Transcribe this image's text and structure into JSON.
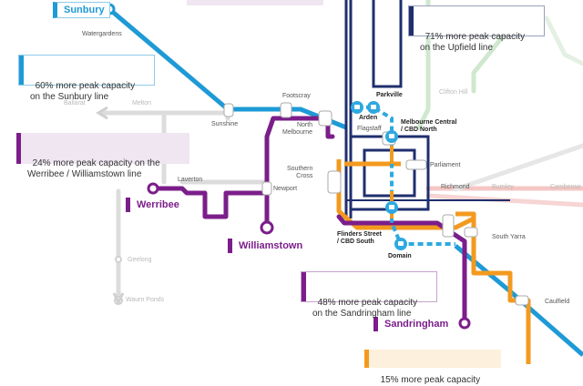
{
  "stations": {
    "sunbury": "Sunbury",
    "watergardens": "Watergardens",
    "ballarat": "Ballarat",
    "melton": "Melton",
    "sunshine": "Sunshine",
    "footscray": "Footscray",
    "north_melbourne": "North\nMelbourne",
    "flagstaff": "Flagstaff",
    "parkville": "Parkville",
    "arden": "Arden",
    "melbourne_central": "Melbourne Central\n/ CBD North",
    "parliament": "Parliament",
    "southern_cross": "Southern\nCross",
    "flinders_street": "Flinders Street\n/ CBD South",
    "domain": "Domain",
    "richmond": "Richmond",
    "burnley": "Burnley",
    "camberwell": "Camberwe",
    "south_yarra": "South Yarra",
    "clifton_hill": "Clifton Hill",
    "laverton": "Laverton",
    "newport": "Newport",
    "werribee": "Werribee",
    "williamstown": "Williamstown",
    "sandringham": "Sandringham",
    "geelong": "Geelong",
    "waurn_ponds": "Waurn Ponds",
    "caulfield": "Caulfield"
  },
  "callouts": {
    "sunbury": "60% more peak capacity\non the Sunbury line",
    "upfield": "71% more peak capacity\non the Upfield line",
    "werribee": "24% more peak capacity on the\nWerribee / Williamstown line",
    "sandringham": "48% more peak capacity\non the Sandringham line",
    "bottom": "15% more peak capacity"
  },
  "colors": {
    "sunbury_line": "#1e9ad6",
    "werribee_line": "#7b1e8a",
    "sandringham_line": "#f39a1e",
    "city_loop": "#1f2f6e",
    "metro_tunnel": "#2ea9e0",
    "faint_green": "#cfe8cf",
    "faint_grey": "#d9d9d9",
    "faint_red": "#f4c7c4"
  }
}
